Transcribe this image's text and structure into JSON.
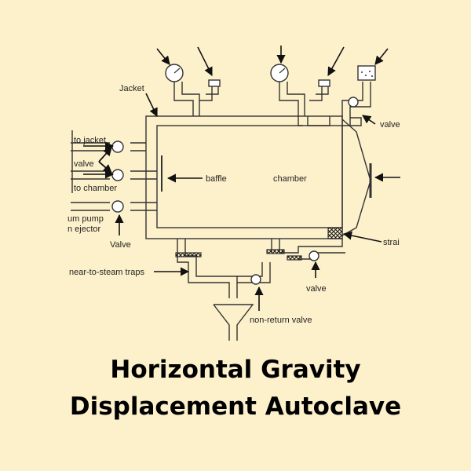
{
  "title": {
    "line1": "Horizontal Gravity",
    "line2": "Displacement Autoclave"
  },
  "labels": {
    "jacket": "Jacket",
    "to_jacket": "to jacket",
    "valve_left": "valve",
    "to_chamber": "to chamber",
    "pump_line1": "um pump",
    "pump_line2": "n ejector",
    "valve_bottom_left": "Valve",
    "baffle": "baffle",
    "chamber": "chamber",
    "valve_top_right": "valve",
    "strainer": "strai",
    "steam_traps": "near-to-steam traps",
    "valve_bottom_right": "valve",
    "non_return_valve": "non-return valve"
  },
  "colors": {
    "background": "#fdf1cc",
    "line": "#333333",
    "text": "#222222"
  }
}
